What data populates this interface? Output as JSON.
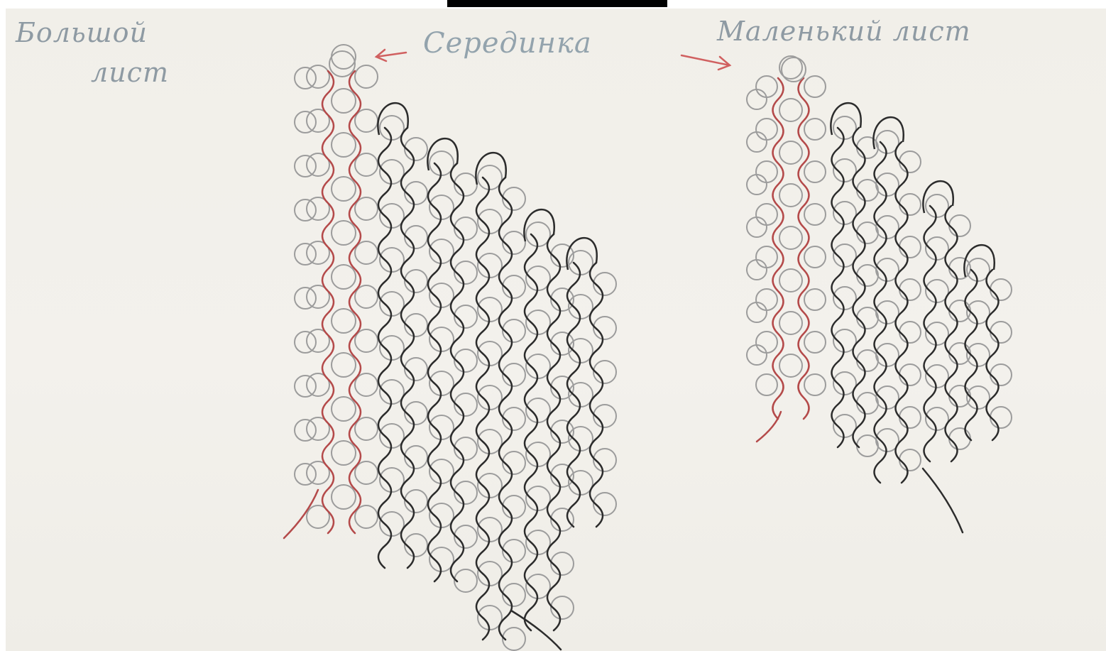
{
  "labels": {
    "large_leaf_line1": "Большой",
    "large_leaf_line2": "лист",
    "center": "Серединка",
    "small_leaf": "Маленький лист"
  },
  "colors": {
    "paper": "#f1efe9",
    "handwriting": "#8e9aa3",
    "arrow": "#d06060",
    "center_thread": "#b44a4a",
    "outer_thread": "#2c2c2c",
    "bead_outline": "#9c9c9c"
  }
}
